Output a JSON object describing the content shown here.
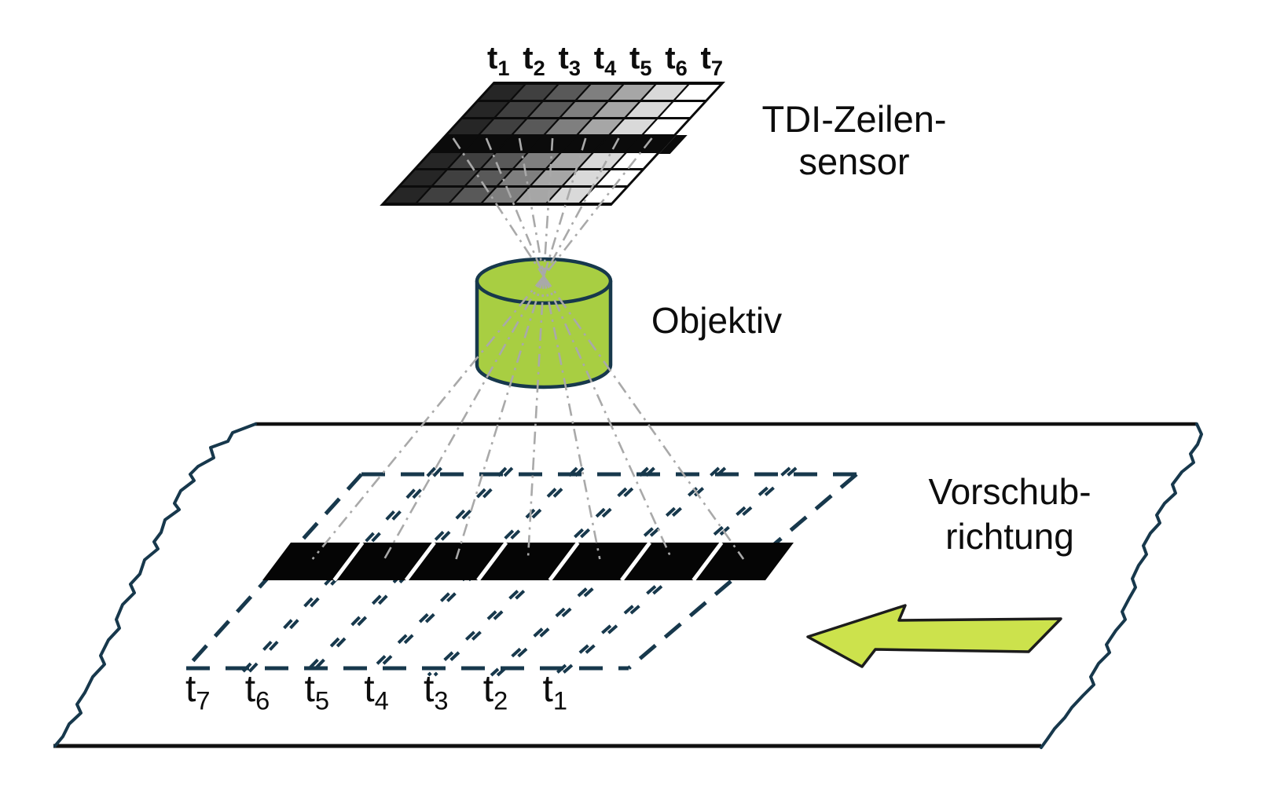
{
  "title": {
    "line1": "TDI-Zeilen-",
    "line2": "sensor"
  },
  "lens_label": "Objektiv",
  "direction_label": {
    "line1": "Vorschub-",
    "line2": "richtung"
  },
  "sensor_time_labels": [
    {
      "base": "t",
      "sub": "1"
    },
    {
      "base": "t",
      "sub": "2"
    },
    {
      "base": "t",
      "sub": "3"
    },
    {
      "base": "t",
      "sub": "4"
    },
    {
      "base": "t",
      "sub": "5"
    },
    {
      "base": "t",
      "sub": "6"
    },
    {
      "base": "t",
      "sub": "7"
    }
  ],
  "object_time_labels": [
    {
      "base": "t",
      "sub": "7"
    },
    {
      "base": "t",
      "sub": "6"
    },
    {
      "base": "t",
      "sub": "5"
    },
    {
      "base": "t",
      "sub": "4"
    },
    {
      "base": "t",
      "sub": "3"
    },
    {
      "base": "t",
      "sub": "2"
    },
    {
      "base": "t",
      "sub": "1"
    }
  ],
  "sensor_rows": [
    [
      "#262626",
      "#404040",
      "#595959",
      "#7f7f7f",
      "#a6a6a6",
      "#d9d9d9",
      "#ffffff"
    ],
    [
      "#262626",
      "#404040",
      "#595959",
      "#7f7f7f",
      "#a6a6a6",
      "#d9d9d9",
      "#ffffff"
    ],
    [
      "#262626",
      "#404040",
      "#595959",
      "#7f7f7f",
      "#a6a6a6",
      "#d9d9d9",
      "#ffffff"
    ],
    [
      "#0b0b0b",
      "#0b0b0b",
      "#0b0b0b",
      "#0b0b0b",
      "#0b0b0b",
      "#0b0b0b",
      "#0b0b0b"
    ],
    [
      "#262626",
      "#404040",
      "#595959",
      "#7f7f7f",
      "#a6a6a6",
      "#d9d9d9",
      "#ffffff"
    ],
    [
      "#262626",
      "#404040",
      "#595959",
      "#7f7f7f",
      "#a6a6a6",
      "#d9d9d9",
      "#ffffff"
    ],
    [
      "#262626",
      "#404040",
      "#595959",
      "#7f7f7f",
      "#a6a6a6",
      "#d9d9d9",
      "#ffffff"
    ]
  ],
  "colors": {
    "outline_navy": "#17384c",
    "ink_black": "#111111",
    "stripe_black": "#050505",
    "lens_green": "#a8ce42",
    "arrow_green": "#cce24c",
    "ray_gray": "#a9a9a9",
    "gap_white": "#ffffff",
    "text": "#0d0d0d"
  }
}
